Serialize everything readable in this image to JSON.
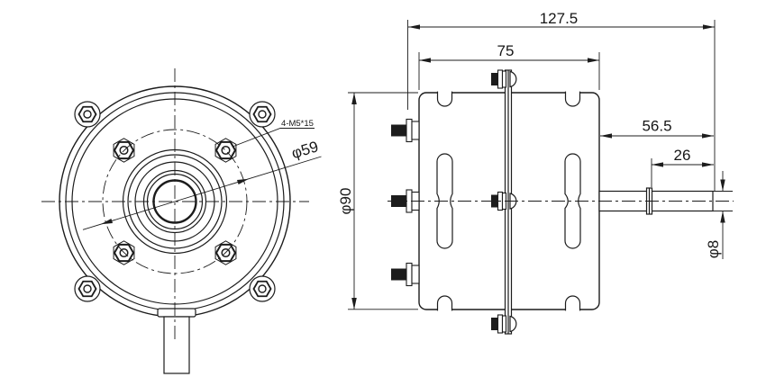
{
  "drawing": {
    "background": "#ffffff",
    "line_color": "#1c1c1c",
    "units": "mm",
    "front_view": {
      "description": "motor front (fan side) view",
      "callouts": {
        "mounting_holes": "4-M5*15",
        "bolt_circle": "φ59"
      }
    },
    "side_view": {
      "description": "motor side view with shaft and mounting bracket",
      "dimensions": {
        "overall_length": "127.5",
        "body_length": "75",
        "shaft_side_length": "56.5",
        "shaft_flat_length": "26",
        "body_diameter": "φ90",
        "shaft_diameter": "φ8"
      }
    }
  }
}
